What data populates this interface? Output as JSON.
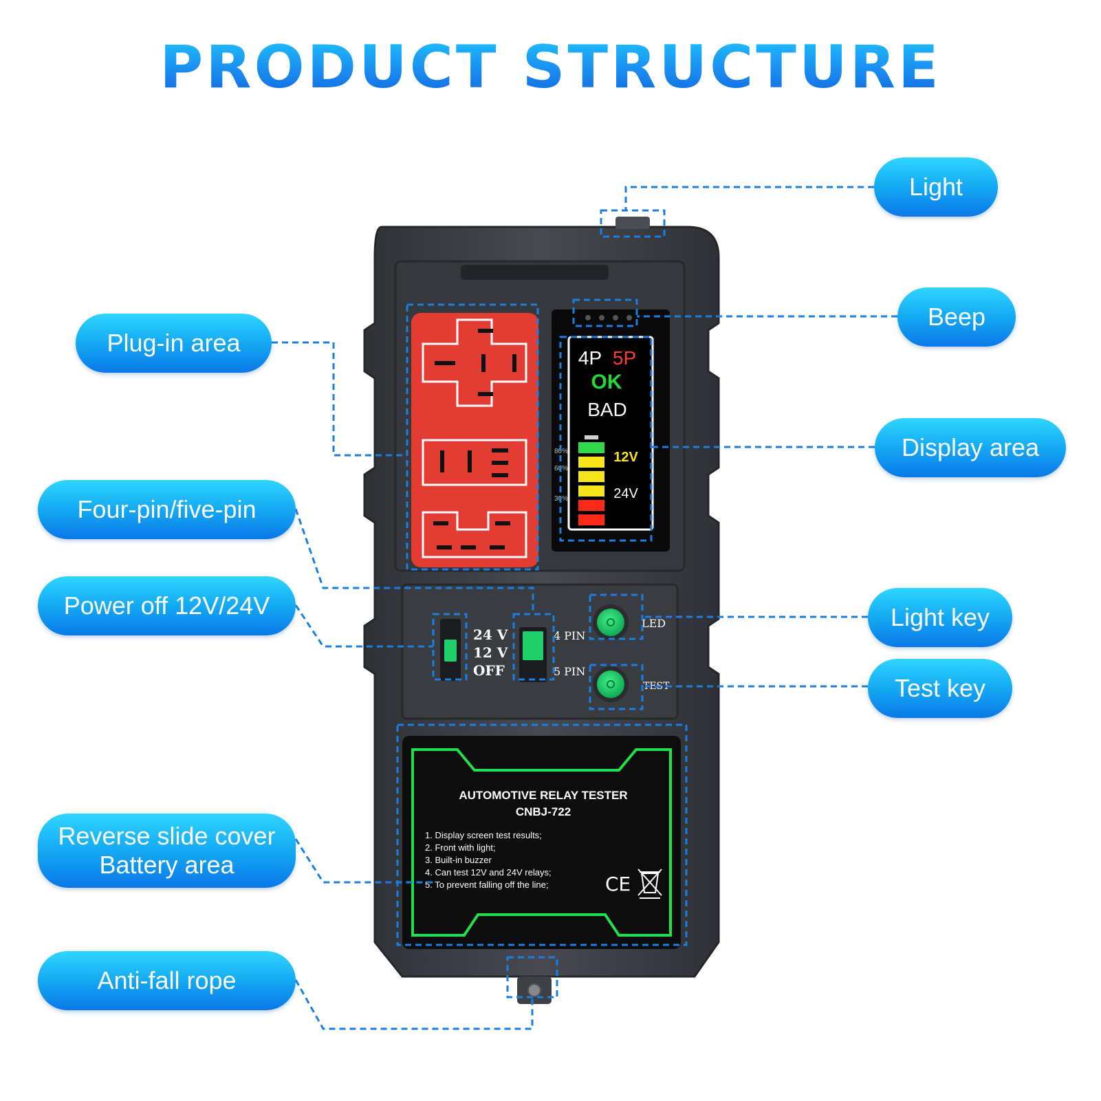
{
  "title": "PRODUCT STRUCTURE",
  "callouts": {
    "light": "Light",
    "beep": "Beep",
    "plug_in_area": "Plug-in area",
    "display_area": "Display area",
    "four_five_pin": "Four-pin/five-pin",
    "power_off": "Power off 12V/24V",
    "light_key": "Light key",
    "test_key": "Test key",
    "reverse_slide_line1": "Reverse slide cover",
    "reverse_slide_line2": "Battery area",
    "anti_fall_rope": "Anti-fall rope"
  },
  "display": {
    "pin4": "4P",
    "pin5": "5P",
    "ok": "OK",
    "bad": "BAD",
    "v12": "12V",
    "v24": "24V",
    "p80": "80%",
    "p60": "60%",
    "p30": "30%"
  },
  "switches": {
    "v24": "24 V",
    "v12": "12 V",
    "off": "OFF",
    "pin4": "4 PIN",
    "pin5": "5 PIN",
    "led": "LED",
    "test": "TEST"
  },
  "label_panel": {
    "heading1": "AUTOMOTIVE RELAY TESTER",
    "heading2": "CNBJ-722",
    "features": [
      "1. Display screen test results;",
      "2. Front with light;",
      "3. Built-in buzzer",
      "4. Can test 12V and 24V relays;",
      "5. To prevent falling off the line;"
    ],
    "marks": "CE"
  },
  "colors": {
    "callout_blue": "#14a9f3",
    "device_body": "#3c3f45",
    "socket_red": "#e23c33",
    "button_green": "#1fcf6a",
    "label_green": "#22e04a",
    "dashed_blue": "#1a7fe0"
  }
}
